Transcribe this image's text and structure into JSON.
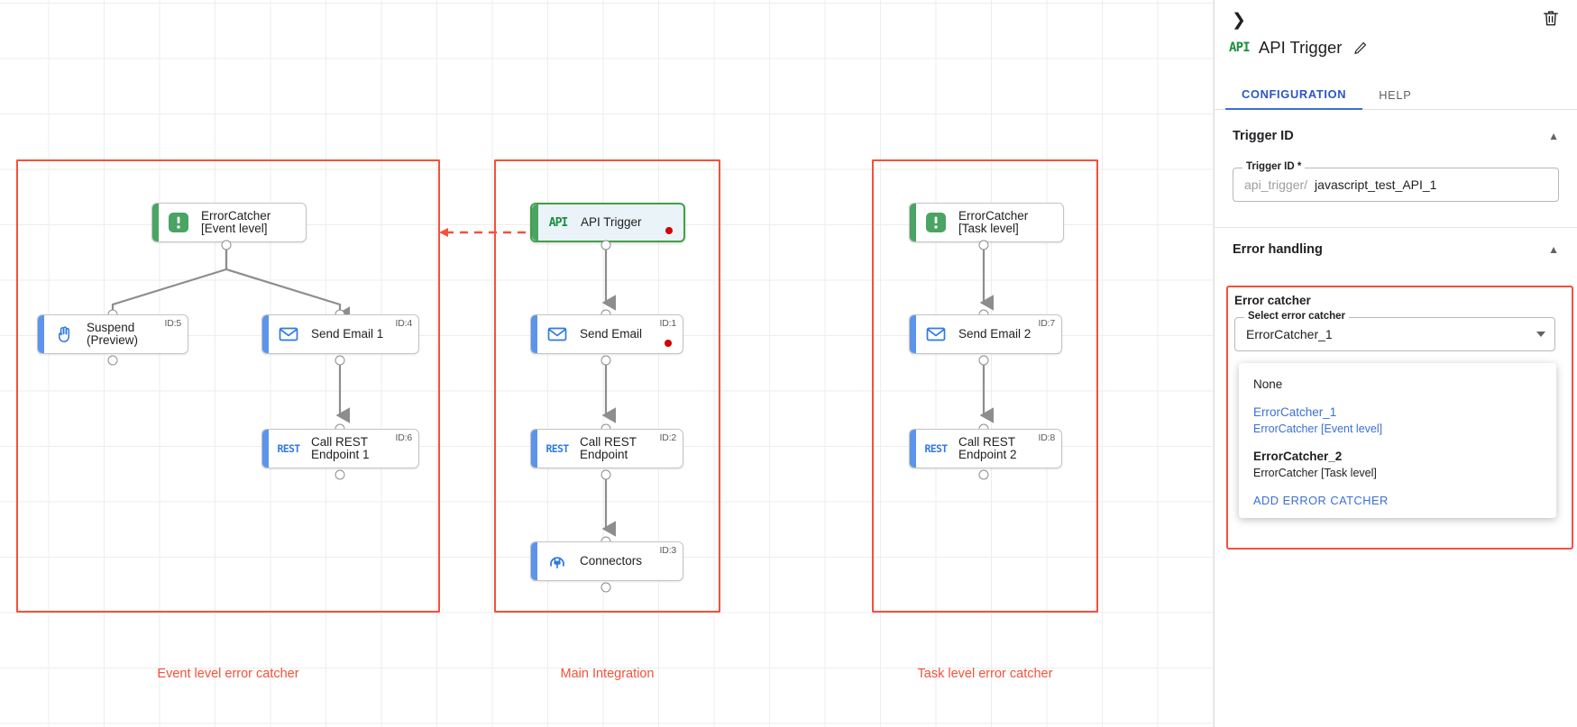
{
  "canvas": {
    "groups": [
      {
        "label": "Event level error catcher"
      },
      {
        "label": "Main Integration"
      },
      {
        "label": "Task level error catcher"
      }
    ],
    "nodes": [
      {
        "name": "ErrorCatcher\n[Event level]",
        "id": "",
        "icon": "error-catcher-icon"
      },
      {
        "name": "Suspend\n(Preview)",
        "id": "ID:5",
        "icon": "suspend-hand-icon"
      },
      {
        "name": "Send Email 1",
        "id": "ID:4",
        "icon": "email-icon"
      },
      {
        "name": "Call REST\nEndpoint 1",
        "id": "ID:6",
        "icon": "rest-icon"
      },
      {
        "name": "API Trigger",
        "id": "",
        "icon": "api-icon"
      },
      {
        "name": "Send Email",
        "id": "ID:1",
        "icon": "email-icon"
      },
      {
        "name": "Call REST\nEndpoint",
        "id": "ID:2",
        "icon": "rest-icon"
      },
      {
        "name": "Connectors",
        "id": "ID:3",
        "icon": "connectors-icon"
      },
      {
        "name": "ErrorCatcher\n[Task level]",
        "id": "",
        "icon": "error-catcher-icon"
      },
      {
        "name": "Send Email 2",
        "id": "ID:7",
        "icon": "email-icon"
      },
      {
        "name": "Call REST\nEndpoint 2",
        "id": "ID:8",
        "icon": "rest-icon"
      }
    ],
    "rest_badge": "REST",
    "api_badge": "API"
  },
  "panel": {
    "collapse_glyph": "❯",
    "badge": "API",
    "title": "API Trigger",
    "tabs": [
      {
        "label": "CONFIGURATION",
        "active": true
      },
      {
        "label": "HELP",
        "active": false
      }
    ],
    "trigger_id_section": {
      "heading": "Trigger ID",
      "field_legend": "Trigger ID *",
      "prefix": "api_trigger/",
      "value": "javascript_test_API_1"
    },
    "error_handling_section": {
      "heading": "Error handling",
      "sub_label": "Error catcher",
      "field_legend": "Select error catcher",
      "value": "ErrorCatcher_1",
      "options": [
        {
          "primary": "None",
          "secondary": "",
          "selected": false
        },
        {
          "primary": "ErrorCatcher_1",
          "secondary": "ErrorCatcher [Event level]",
          "selected": true
        },
        {
          "primary": "ErrorCatcher_2",
          "secondary": "ErrorCatcher [Task level]",
          "selected": false
        }
      ],
      "action_label": "ADD ERROR CATCHER"
    }
  },
  "colors": {
    "group_red": "#f4513b",
    "accent_blue": "#5c94ec",
    "accent_green": "#4aa463",
    "link_blue": "#3b6fd4",
    "error_dot": "#d40000"
  }
}
